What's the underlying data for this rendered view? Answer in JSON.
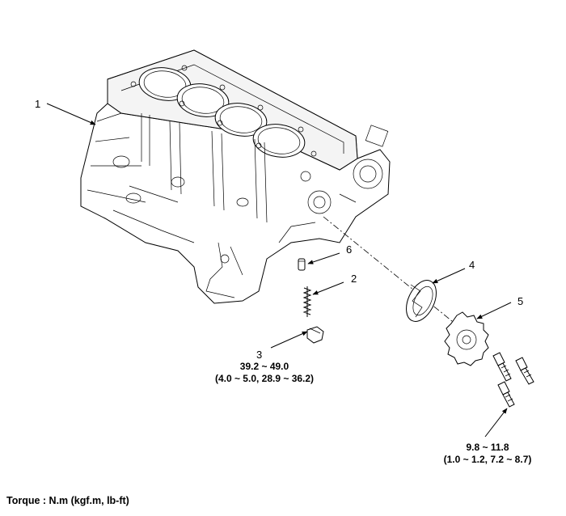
{
  "callouts": {
    "c1": "1",
    "c2": "2",
    "c3": "3",
    "c4": "4",
    "c5": "5",
    "c6": "6"
  },
  "torque_specs": {
    "plug_line1": "39.2 ~ 49.0",
    "plug_line2": "(4.0 ~ 5.0, 28.9 ~ 36.2)",
    "bolt_line1": "9.8 ~ 11.8",
    "bolt_line2": "(1.0 ~ 1.2, 7.2 ~ 8.7)"
  },
  "footer": {
    "torque_units": "Torque : N.m (kgf.m, lb-ft)"
  }
}
